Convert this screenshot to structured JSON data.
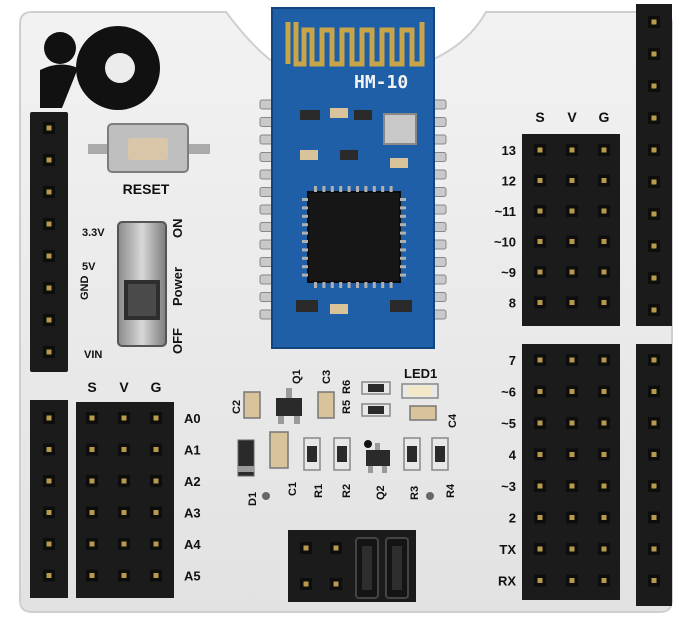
{
  "board": {
    "module_label": "HM-10",
    "reset_label": "RESET",
    "power": {
      "label": "Power",
      "on": "ON",
      "off": "OFF",
      "voltages": [
        "3.3V",
        "5V",
        "GND",
        "VIN"
      ]
    },
    "svg_headers": {
      "top_right": [
        "S",
        "V",
        "G"
      ],
      "bottom_left": [
        "S",
        "V",
        "G"
      ]
    },
    "digital_pins_upper": [
      "13",
      "12",
      "~11",
      "~10",
      "~9",
      "8"
    ],
    "digital_pins_lower": [
      "7",
      "~6",
      "~5",
      "4",
      "~3",
      "2",
      "TX",
      "RX"
    ],
    "analog_pins": [
      "A0",
      "A1",
      "A2",
      "A3",
      "A4",
      "A5"
    ],
    "components": {
      "q1": "Q1",
      "q2": "Q2",
      "c1": "C1",
      "c2": "C2",
      "c3": "C3",
      "c4": "C4",
      "r1": "R1",
      "r2": "R2",
      "r3": "R3",
      "r4": "R4",
      "r5": "R5",
      "r6": "R6",
      "led1": "LED1",
      "d1": "D1"
    },
    "colors": {
      "pcb": "#ececec",
      "module_blue": "#1e5fa8",
      "antenna_gold": "#c9a54a",
      "header_black": "#1b1b1b",
      "pin_gold": "#b89a4c"
    }
  }
}
